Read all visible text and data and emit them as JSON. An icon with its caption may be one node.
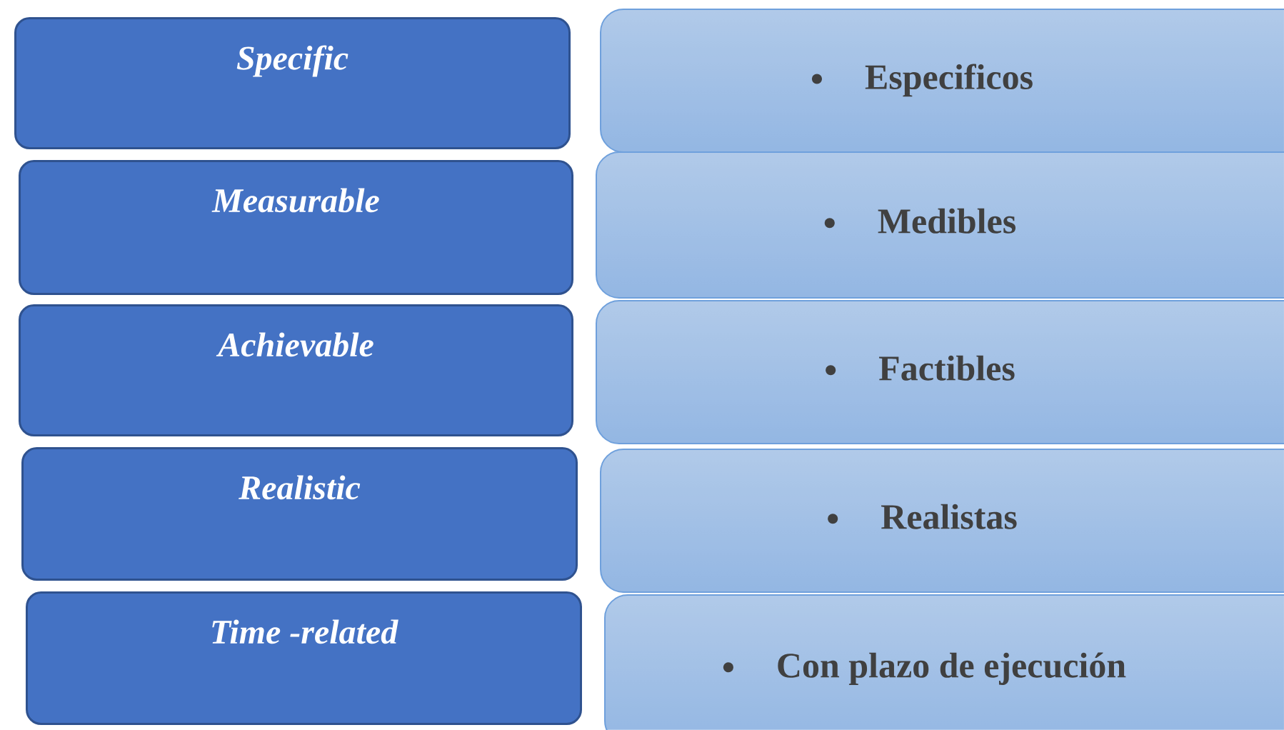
{
  "diagram": {
    "nodes": [
      {
        "text": [
          "Specific"
        ]
      },
      {
        "text": [
          "Especificos"
        ]
      },
      {
        "text": [
          "Measurable"
        ]
      },
      {
        "text": [
          "Medibles"
        ]
      },
      {
        "text": [
          "Achievable"
        ]
      },
      {
        "text": [
          "Factibles"
        ]
      },
      {
        "text": [
          "Realistic"
        ]
      },
      {
        "text": [
          "Realistas"
        ]
      },
      {
        "text": [
          "Time -related"
        ]
      },
      {
        "text": [
          "Con plazo de ejecución"
        ]
      }
    ]
  }
}
